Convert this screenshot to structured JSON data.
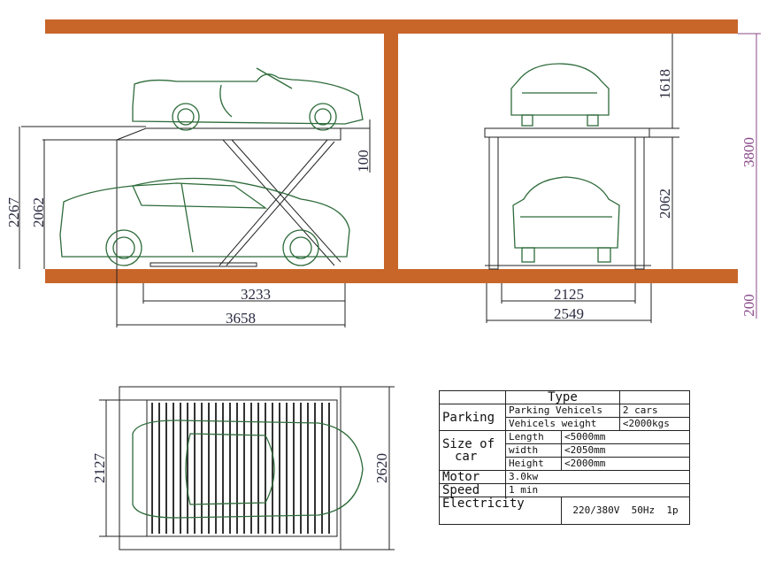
{
  "colors": {
    "slab": "#c8662a",
    "car_line": "#2e6b3a",
    "dimension_text": "#2a2a40",
    "height_dim_text": "#8a4a8a"
  },
  "side_view": {
    "dims": {
      "total_height": "2267",
      "clear_height": "2062",
      "platform_thickness": "100",
      "base_length": "3233",
      "overall_length": "3658"
    }
  },
  "front_view": {
    "dims": {
      "upper_height": "1618",
      "lower_height": "2062",
      "room_height": "3800",
      "pit_depth": "200",
      "inner_width": "2125",
      "overall_width": "2549"
    }
  },
  "top_view": {
    "dims": {
      "inner_length": "2127",
      "overall_length": "2620"
    }
  },
  "spec_table": {
    "header": "Type",
    "parking": {
      "label": "Parking",
      "rows": [
        {
          "name": "Parking Vehicels",
          "value": "2 cars"
        },
        {
          "name": "Vehicels weight",
          "value": "<2000kgs"
        }
      ]
    },
    "size": {
      "label_line1": "Size  of",
      "label_line2": "car",
      "rows": [
        {
          "name": "Length",
          "value": "<5000mm"
        },
        {
          "name": "width",
          "value": "<2050mm"
        },
        {
          "name": "Height",
          "value": "<2000mm"
        }
      ]
    },
    "motor": {
      "label": "Motor",
      "value": "3.0kw"
    },
    "speed": {
      "label": "Speed",
      "value": "1 min"
    },
    "electricity": {
      "label": "Electricity",
      "value": "220/380V  50Hz  1p"
    }
  }
}
